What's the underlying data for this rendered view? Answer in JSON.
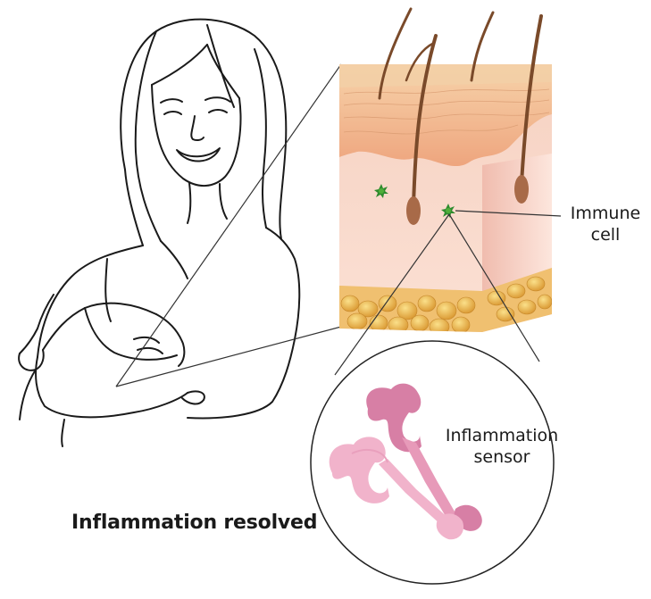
{
  "labels": {
    "immune_cell_line1": "Immune",
    "immune_cell_line2": "cell",
    "sensor_line1": "Inflammation",
    "sensor_line2": "sensor",
    "caption": "Inflammation resolved"
  },
  "colors": {
    "line_art": "#1a1a1a",
    "skin_surface": "#f2c49c",
    "dermis": "#f8d4c4",
    "dermis_shade": "#f4bfb0",
    "fat": "#e8b048",
    "hair": "#7a4a2a",
    "immune_cell": "#2e8b2e",
    "sensor_dark": "#d77fa5",
    "sensor_light": "#f1b3cb"
  }
}
